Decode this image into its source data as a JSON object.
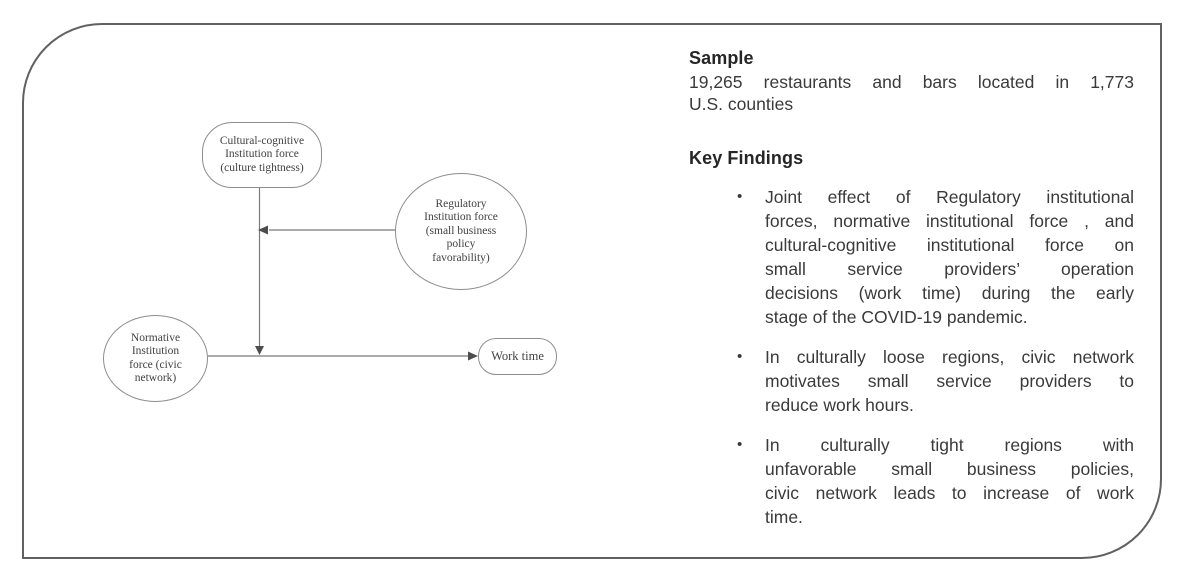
{
  "diagram": {
    "nodes": {
      "cultural": {
        "text": "Cultural-cognitive\nInstitution force\n(culture tightness)"
      },
      "regulatory": {
        "text": "Regulatory\nInstitution force\n(small business\npolicy\nfavorability)"
      },
      "normative": {
        "text": "Normative\nInstitution\nforce (civic\nnetwork)"
      },
      "worktime": {
        "text": "Work time"
      }
    },
    "line_color": "#7b7b7b",
    "arrowhead_color": "#4d4d4d",
    "node_border_color": "#8d8d8d",
    "frame_border_color": "#616161"
  },
  "panel": {
    "sample_heading": "Sample",
    "sample_lines": [
      "19,265 restaurants and bars located in 1,773",
      "U.S. counties"
    ],
    "findings_heading": "Key Findings",
    "bullet_char": "•",
    "findings": [
      {
        "lines": [
          "Joint effect of Regulatory institutional",
          "forces, normative institutional force , and",
          "cultural-cognitive institutional force on",
          "small service providers’ operation",
          "decisions (work time) during the early",
          "stage of the COVID-19 pandemic."
        ]
      },
      {
        "lines": [
          "In culturally loose regions, civic network",
          "motivates small service providers to",
          "reduce work hours."
        ]
      },
      {
        "lines": [
          "In culturally tight regions with",
          "unfavorable small business policies,",
          "civic network leads to increase of work",
          "time."
        ]
      }
    ]
  }
}
